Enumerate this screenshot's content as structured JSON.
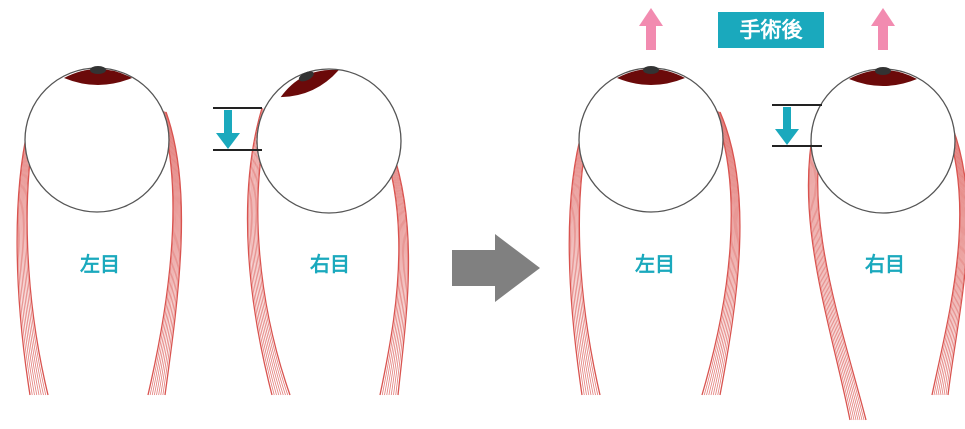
{
  "badge": {
    "label": "手術後"
  },
  "before": {
    "left_eye_label": "左目",
    "right_eye_label": "右目"
  },
  "after": {
    "left_eye_label": "左目",
    "right_eye_label": "右目"
  },
  "colors": {
    "accent": "#1aa9bd",
    "arrow_up": "#f28bb0",
    "transition_arrow": "#808080",
    "iris": "#6b0a0a",
    "pupil": "#333333",
    "muscle_fill": "#f7d3ce",
    "muscle_line": "#d9534f",
    "eye_outline": "#555555"
  },
  "icons": {
    "transition": "right-arrow-icon",
    "raise": "up-arrow-icon",
    "lowered": "down-arrow-icon"
  }
}
